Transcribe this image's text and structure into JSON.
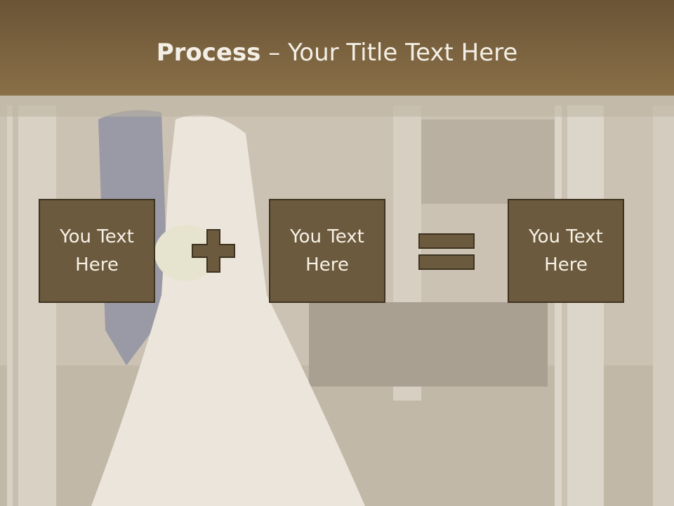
{
  "slide": {
    "title_bold": "Process",
    "title_rest": " – Your Title Text Here",
    "boxes": [
      {
        "line1": "You Text",
        "line2": "Here"
      },
      {
        "line1": "You Text",
        "line2": "Here"
      },
      {
        "line1": "You Text",
        "line2": "Here"
      }
    ],
    "operators": [
      "plus-icon",
      "equals-icon"
    ]
  },
  "colors": {
    "title_bar": "#7a6240",
    "box_fill": "#6b5a3e",
    "box_border": "#3e3220",
    "text_light": "#f4efe6"
  }
}
